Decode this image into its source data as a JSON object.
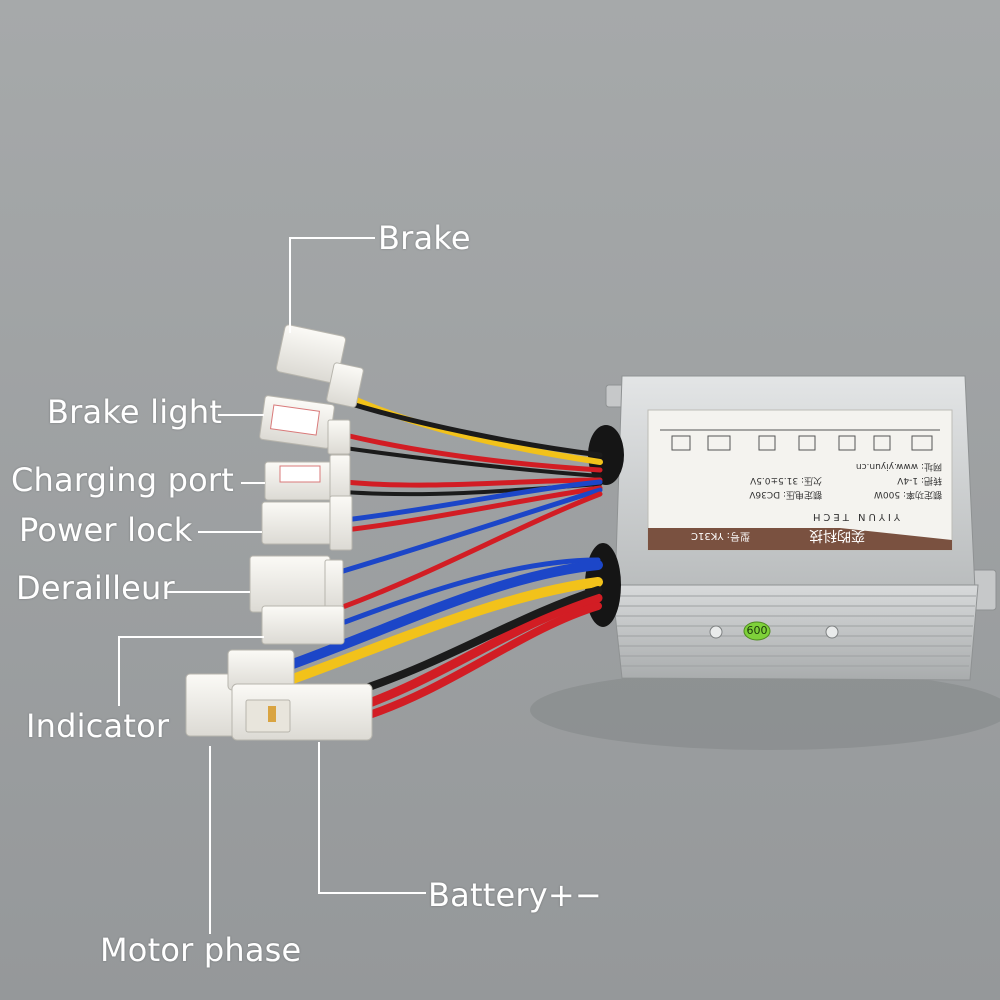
{
  "labels": {
    "brake": "Brake",
    "brake_light": "Brake light",
    "charging_port": "Charging port",
    "power_lock": "Power lock",
    "derailleur": "Derailleur",
    "indicator": "Indicator",
    "battery": "Battery+−",
    "motor_phase": "Motor phase"
  },
  "controller": {
    "brand_cn": "奕昀科技",
    "brand_en": "YIYUN TECH",
    "model": "型号: YK31C",
    "rated_voltage": "额定电压: DC36V",
    "rated_power": "额定功率: 500W",
    "undervoltage": "欠压: 31.5±0.5V",
    "throttle": "转把: 1-4V",
    "website": "网址: www.yiyun.cn",
    "sticker": "009"
  },
  "colors": {
    "background": "#9da0a1",
    "housing": "#c9cccd",
    "connector": "#f3f2ee",
    "wire_red": "#d21d24",
    "wire_blue": "#1c46c8",
    "wire_yellow": "#f2c21a",
    "wire_black": "#1b1b1b",
    "label_band": "#7a5140"
  }
}
